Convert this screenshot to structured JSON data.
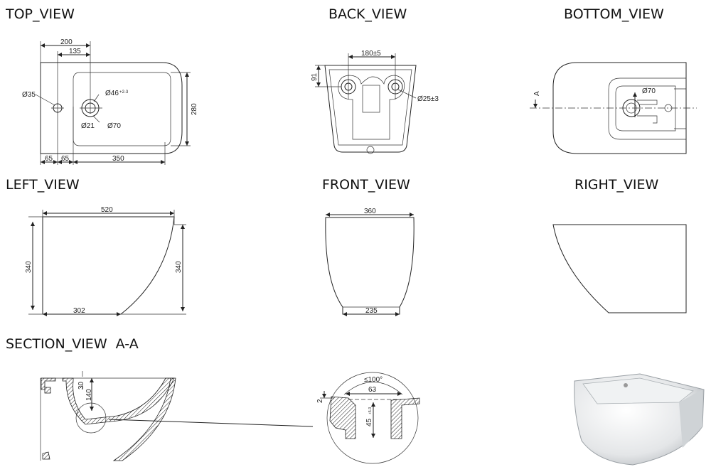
{
  "views": {
    "top": {
      "title": "TOP_VIEW",
      "dims": {
        "w200": "200",
        "w135": "135",
        "d35": "Ø35",
        "d46": "Ø46",
        "d46_tol": "+2-3",
        "d21": "Ø21",
        "d70": "Ø70",
        "h280": "280",
        "w65a": "65",
        "w65b": "65",
        "w350": "350"
      }
    },
    "back": {
      "title": "BACK_VIEW",
      "dims": {
        "w180": "180±5",
        "h91": "91",
        "d25": "Ø25±3"
      }
    },
    "bottom": {
      "title": "BOTTOM_VIEW",
      "dims": {
        "d70": "Ø70",
        "section": "A"
      }
    },
    "left": {
      "title": "LEFT_VIEW",
      "dims": {
        "w520": "520",
        "h340a": "340",
        "h340b": "340",
        "w302": "302"
      }
    },
    "front": {
      "title": "FRONT_VIEW",
      "dims": {
        "w360": "360",
        "w235": "235"
      }
    },
    "right": {
      "title": "RIGHT_VIEW"
    },
    "section": {
      "title": "SECTION_VIEW  A-A",
      "dims": {
        "h30": "30",
        "h140": "140",
        "angle": "≤100°",
        "w63": "63",
        "h45": "45",
        "h45_tol": "+5-3",
        "h2": "2"
      }
    }
  }
}
